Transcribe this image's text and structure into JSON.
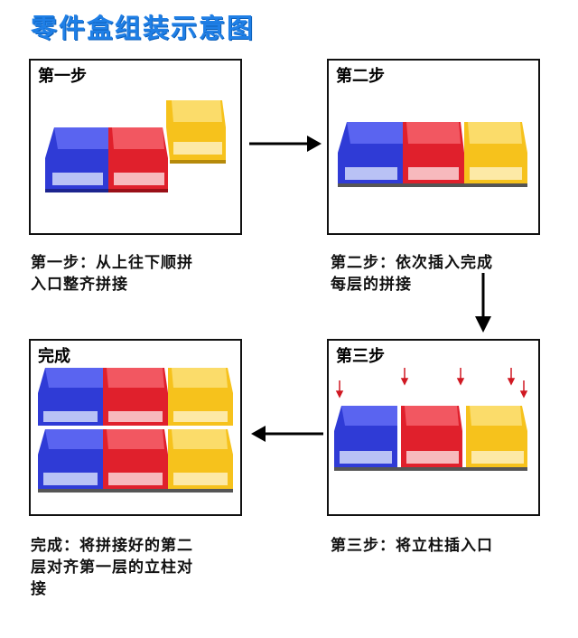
{
  "title": "零件盒组装示意图",
  "colors": {
    "title": "#1f7fe6",
    "blue_bin": "#2f3bd6",
    "red_bin": "#e0202c",
    "yellow_bin": "#f6c21c"
  },
  "steps": [
    {
      "label": "第一步",
      "caption": "第一步：从上往下顺拼\n入口整齐拼接"
    },
    {
      "label": "第二步",
      "caption": "第二步：依次插入完成\n每层的拼接"
    },
    {
      "label": "第三步",
      "caption": "第三步：将立柱插入口"
    },
    {
      "label": "完成",
      "caption": "完成：将拼接好的第二\n层对齐第一层的立柱对\n接"
    }
  ]
}
